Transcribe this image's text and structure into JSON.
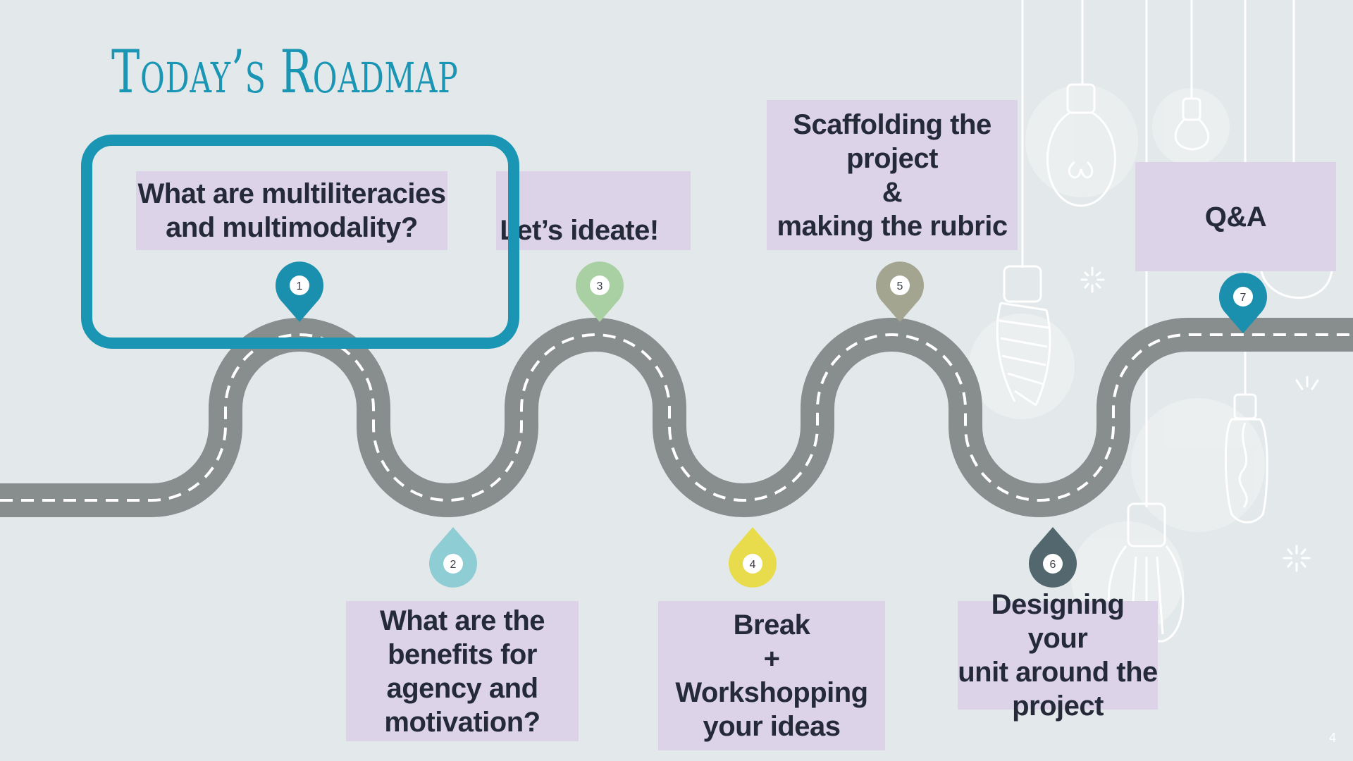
{
  "slide": {
    "title": "Today’s Roadmap",
    "highlight_item": 1,
    "page_number": "4"
  },
  "roadmap": [
    {
      "number": "1",
      "text": "What are multiliteracies\nand multimodality?",
      "color": "#1a8fae"
    },
    {
      "number": "2",
      "text": "What are the\nbenefits for\nagency and\nmotivation?",
      "color": "#8fcdd5"
    },
    {
      "number": "3",
      "text": "Let’s ideate!",
      "color": "#a9d0a3"
    },
    {
      "number": "4",
      "text": "Break\n+\nWorkshopping\nyour ideas",
      "color": "#e8dc4c"
    },
    {
      "number": "5",
      "text": "Scaffolding the\nproject\n&\nmaking the rubric",
      "color": "#a3a591"
    },
    {
      "number": "6",
      "text": "Designing your\nunit around the\nproject",
      "color": "#52686e"
    },
    {
      "number": "7",
      "text": "Q&A",
      "color": "#1a8fae"
    }
  ],
  "colors": {
    "background": "#e3e9ea",
    "road": "#888d8e",
    "card": "#dcd3e8",
    "accent": "#1a96b4"
  },
  "icons": [
    "lightbulb-icon",
    "sparkle-icon",
    "map-pin-icon"
  ]
}
